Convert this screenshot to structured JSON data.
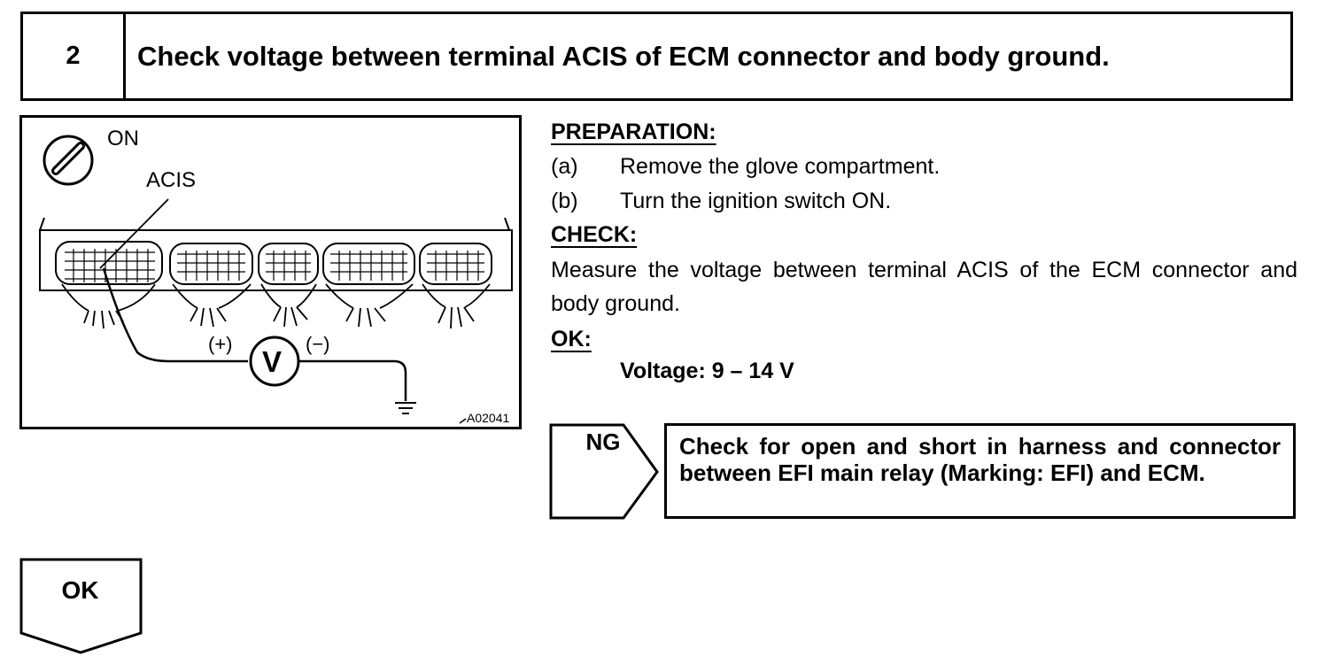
{
  "step": {
    "number": "2",
    "title": "Check voltage between terminal ACIS of ECM connector and body ground."
  },
  "figure": {
    "ignition_label": "ON",
    "terminal_label": "ACIS",
    "plus_label": "(+)",
    "meter_label": "V",
    "minus_label": "(−)",
    "figure_code": "A02041"
  },
  "preparation": {
    "heading": "PREPARATION:",
    "items": [
      {
        "label": "(a)",
        "text": "Remove the glove compartment."
      },
      {
        "label": "(b)",
        "text": "Turn the ignition switch ON."
      }
    ]
  },
  "check": {
    "heading": "CHECK:",
    "text": "Measure the voltage between terminal ACIS of the ECM connector and body ground."
  },
  "ok": {
    "heading": "OK:",
    "spec": "Voltage: 9 – 14 V"
  },
  "ng_result": {
    "label": "NG",
    "text": "Check for open and short in harness and connector between EFI main relay (Marking: EFI) and ECM."
  },
  "ok_result": {
    "label": "OK"
  }
}
